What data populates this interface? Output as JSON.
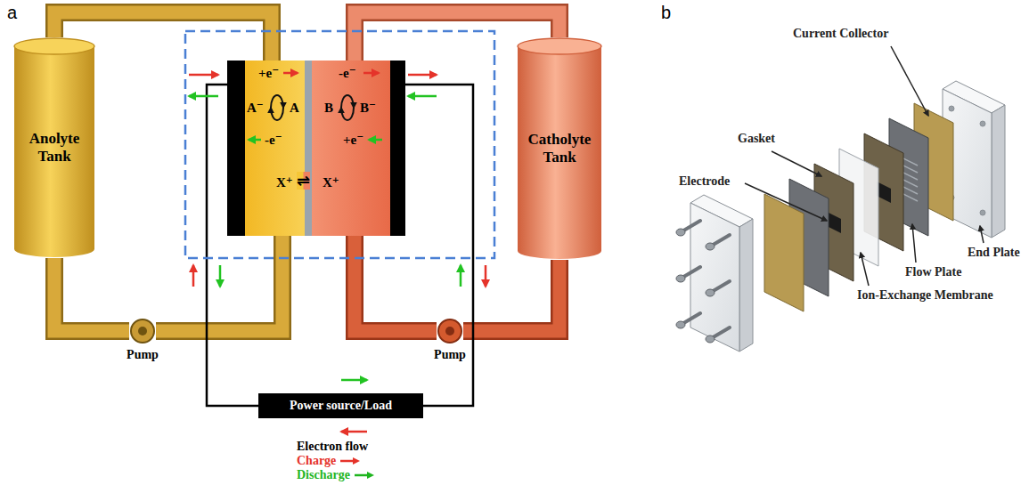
{
  "diagram": {
    "nodes": [
      {
        "text": [
          "Anolyte Tank"
        ]
      },
      {
        "text": [
          "Catholyte Tank"
        ]
      },
      {
        "text": [
          "+e⁻",
          "A⁻",
          "A",
          "-e⁻",
          "X⁺"
        ]
      },
      {
        "text": [
          "-e⁻",
          "B",
          "B⁻",
          "+e⁻",
          "X⁺"
        ]
      },
      {
        "text": [
          "Pump"
        ]
      },
      {
        "text": [
          "Pump"
        ]
      },
      {
        "text": [
          "Power source/Load"
        ]
      }
    ],
    "edges": [
      {
        "from": 0,
        "to": 2,
        "arrow": "none"
      },
      {
        "from": 1,
        "to": 3,
        "arrow": "none"
      },
      {
        "from": 2,
        "to": 4,
        "arrow": "none"
      },
      {
        "from": 4,
        "to": 0,
        "arrow": "none"
      },
      {
        "from": 3,
        "to": 5,
        "arrow": "none"
      },
      {
        "from": 5,
        "to": 1,
        "arrow": "none"
      },
      {
        "from": 2,
        "to": 6,
        "arrow": "none"
      },
      {
        "from": 3,
        "to": 6,
        "arrow": "none"
      }
    ],
    "labels": [
      "a",
      "⇌",
      "Electron flow",
      "b",
      "Current Collector",
      "Gasket",
      "Electrode",
      "Ion-Exchange Membrane",
      "Flow Plate",
      "End Plate"
    ],
    "legend": [
      {
        "text": "Charge"
      },
      {
        "text": "Discharge"
      }
    ]
  }
}
